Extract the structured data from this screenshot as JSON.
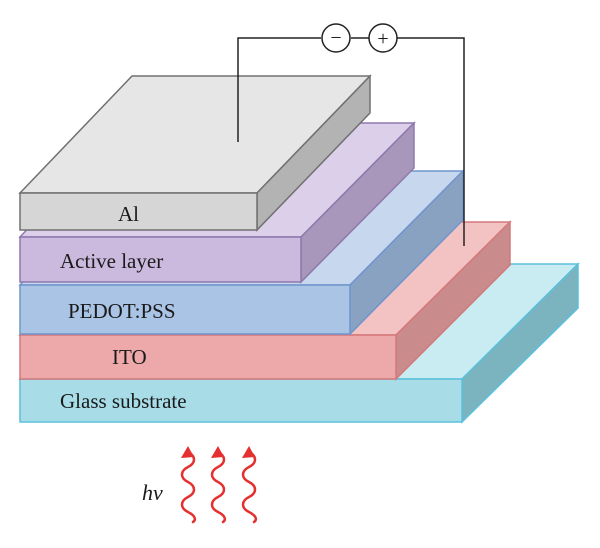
{
  "layers": [
    {
      "label": "Glass substrate",
      "front": "#a8dde8",
      "top": "#c9ecf2",
      "side": "#7bb3bf",
      "stroke": "#5bc0dc"
    },
    {
      "label": "ITO",
      "front": "#eda9aa",
      "top": "#f3c3c3",
      "side": "#c98b8c",
      "stroke": "#d4797b"
    },
    {
      "label": "PEDOT:PSS",
      "front": "#aac4e6",
      "top": "#c6d7ee",
      "side": "#8aa2c2",
      "stroke": "#6f95cc"
    },
    {
      "label": "Active layer",
      "front": "#cbb9de",
      "top": "#dccfea",
      "side": "#a896bb",
      "stroke": "#8f78ad"
    },
    {
      "label": "Al",
      "front": "#d6d6d6",
      "top": "#e6e6e6",
      "side": "#b3b3b3",
      "stroke": "#707070"
    }
  ],
  "terminals": {
    "negative": "−",
    "positive": "+"
  },
  "light": {
    "label": "hν",
    "color": "#e53030"
  }
}
